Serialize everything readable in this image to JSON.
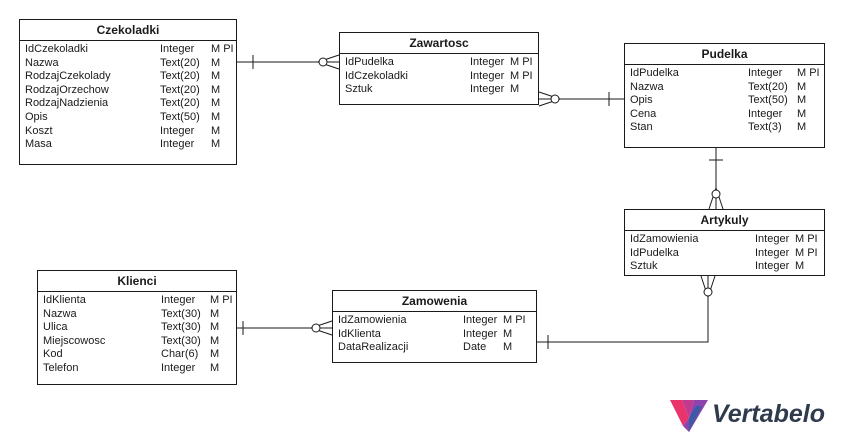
{
  "entities": [
    {
      "id": "czekoladki",
      "title": "Czekoladki",
      "rows": [
        {
          "name": "IdCzekoladki",
          "type": "Integer",
          "flags": "M PI"
        },
        {
          "name": "Nazwa",
          "type": "Text(20)",
          "flags": "M"
        },
        {
          "name": "RodzajCzekolady",
          "type": "Text(20)",
          "flags": "M"
        },
        {
          "name": "RodzajOrzechow",
          "type": "Text(20)",
          "flags": "M"
        },
        {
          "name": "RodzajNadzienia",
          "type": "Text(20)",
          "flags": "M"
        },
        {
          "name": "Opis",
          "type": "Text(50)",
          "flags": "M"
        },
        {
          "name": "Koszt",
          "type": "Integer",
          "flags": "M"
        },
        {
          "name": "Masa",
          "type": "Integer",
          "flags": "M"
        }
      ]
    },
    {
      "id": "zawartosc",
      "title": "Zawartosc",
      "rows": [
        {
          "name": "IdPudelka",
          "type": "Integer",
          "flags": "M PI"
        },
        {
          "name": "IdCzekoladki",
          "type": "Integer",
          "flags": "M PI"
        },
        {
          "name": "Sztuk",
          "type": "Integer",
          "flags": "M"
        }
      ]
    },
    {
      "id": "pudelka",
      "title": "Pudelka",
      "rows": [
        {
          "name": "IdPudelka",
          "type": "Integer",
          "flags": "M PI"
        },
        {
          "name": "Nazwa",
          "type": "Text(20)",
          "flags": "M"
        },
        {
          "name": "Opis",
          "type": "Text(50)",
          "flags": "M"
        },
        {
          "name": "Cena",
          "type": "Integer",
          "flags": "M"
        },
        {
          "name": "Stan",
          "type": "Text(3)",
          "flags": "M"
        }
      ]
    },
    {
      "id": "artykuly",
      "title": "Artykuly",
      "rows": [
        {
          "name": "IdZamowienia",
          "type": "Integer",
          "flags": "M PI"
        },
        {
          "name": "IdPudelka",
          "type": "Integer",
          "flags": "M PI"
        },
        {
          "name": "Sztuk",
          "type": "Integer",
          "flags": "M"
        }
      ]
    },
    {
      "id": "klienci",
      "title": "Klienci",
      "rows": [
        {
          "name": "IdKlienta",
          "type": "Integer",
          "flags": "M PI"
        },
        {
          "name": "Nazwa",
          "type": "Text(30)",
          "flags": "M"
        },
        {
          "name": "Ulica",
          "type": "Text(30)",
          "flags": "M"
        },
        {
          "name": "Miejscowosc",
          "type": "Text(30)",
          "flags": "M"
        },
        {
          "name": "Kod",
          "type": "Char(6)",
          "flags": "M"
        },
        {
          "name": "Telefon",
          "type": "Integer",
          "flags": "M"
        }
      ]
    },
    {
      "id": "zamowenia",
      "title": "Zamowenia",
      "rows": [
        {
          "name": "IdZamowienia",
          "type": "Integer",
          "flags": "M PI"
        },
        {
          "name": "IdKlienta",
          "type": "Integer",
          "flags": "M"
        },
        {
          "name": "DataRealizacji",
          "type": "Date",
          "flags": "M"
        }
      ]
    }
  ],
  "relationships": [
    {
      "one": "czekoladki",
      "many": "zawartosc"
    },
    {
      "one": "pudelka",
      "many": "zawartosc"
    },
    {
      "one": "pudelka",
      "many": "artykuly"
    },
    {
      "one": "klienci",
      "many": "zamowenia"
    },
    {
      "one": "zamowenia",
      "many": "artykuly"
    }
  ],
  "logo": {
    "text": "Vertabelo",
    "colors": [
      "#e8336d",
      "#8e44ad",
      "#3b5ba5",
      "#2f3b4c"
    ]
  }
}
